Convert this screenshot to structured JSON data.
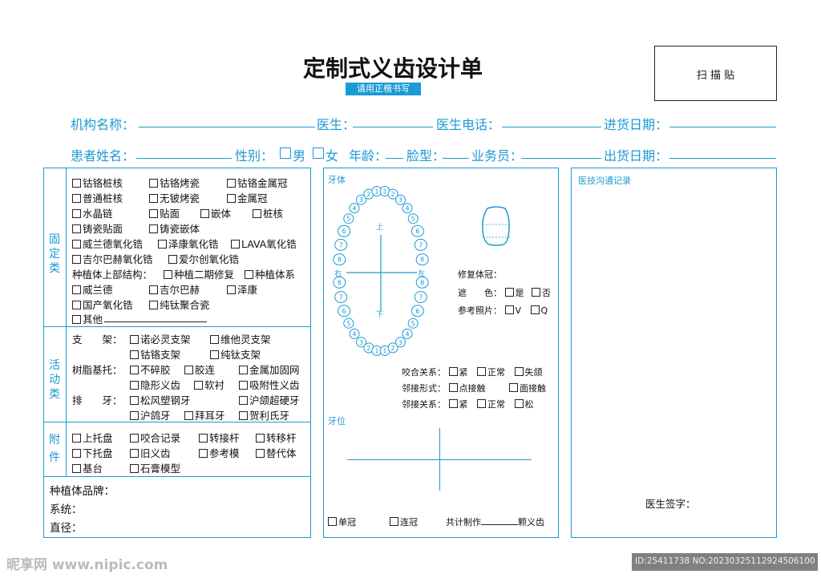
{
  "title": "定制式义齿设计单",
  "subtitle": "请用正楷书写",
  "scan_label": "扫 描 贴",
  "header": {
    "row1": [
      "机构名称：",
      "医生：",
      "医生电话：",
      "进货日期："
    ],
    "row2": {
      "patient": "患者姓名：",
      "gender": "性别：",
      "male": "男",
      "female": "女",
      "age": "年龄：",
      "face": "脸型：",
      "sales": "业务员：",
      "ship": "出货日期："
    }
  },
  "fixed": {
    "label": [
      "固",
      "定",
      "类"
    ],
    "rows": [
      [
        "钴铬桩核",
        "钴铬烤瓷",
        "钴铬金属冠"
      ],
      [
        "普通桩核",
        "无铍烤瓷",
        "金属冠"
      ],
      [
        "水晶链",
        "贴面",
        "嵌体",
        "桩核"
      ],
      [
        "铸瓷贴面",
        "铸瓷嵌体"
      ],
      [
        "威兰德氧化锆",
        "泽康氧化锆",
        "LAVA氧化锆"
      ],
      [
        "吉尔巴赫氧化锆",
        "爱尔创氧化锆"
      ]
    ],
    "implant_upper": "种植体上部结构：",
    "implant_opts": [
      "种植二期修复",
      "种植体系"
    ],
    "rows2": [
      [
        "威兰德",
        "吉尔巴赫",
        "泽康"
      ],
      [
        "国产氧化锆",
        "纯钛聚合瓷"
      ]
    ],
    "other": "其他"
  },
  "movable": {
    "label": [
      "活",
      "动",
      "类"
    ],
    "bracket_label": "支　　架：",
    "bracket_1": [
      "诺必灵支架",
      "维他灵支架"
    ],
    "bracket_2": [
      "钴铬支架",
      "纯钛支架"
    ],
    "resin_label": "树脂基托：",
    "resin_1": [
      "不碎胶",
      "胶连",
      "金属加固网"
    ],
    "resin_2": [
      "隐形义齿",
      "软衬",
      "吸附性义齿"
    ],
    "teeth_label": "排　　牙：",
    "teeth_1": [
      "松风塑钢牙",
      "沪颌超硬牙"
    ],
    "teeth_2": [
      "沪鸽牙",
      "拜耳牙",
      "贺利氏牙"
    ]
  },
  "attach": {
    "label": [
      "附",
      "件"
    ],
    "rows": [
      [
        "上托盘",
        "咬合记录",
        "转接杆",
        "转移杆"
      ],
      [
        "下托盘",
        "旧义齿",
        "参考模",
        "替代体"
      ],
      [
        "基台",
        "石膏模型"
      ]
    ]
  },
  "implant_info": [
    "种植体品牌：",
    "系统：",
    "直径："
  ],
  "tooth_panel": {
    "title": "牙体",
    "upper": "上",
    "lower": "下",
    "right": "右",
    "left": "左",
    "crown_label": "修复体冠：",
    "shade_label": "遮　　色：",
    "shade_yes": "是",
    "shade_no": "否",
    "photo_label": "参考照片：",
    "photo_v": "V",
    "photo_q": "Q",
    "occlusion_label": "咬合关系：",
    "occlusion": [
      "紧",
      "正常",
      "失颌"
    ],
    "contact_form_label": "邻接形式：",
    "contact_form": [
      "点接触",
      "面接触"
    ],
    "contact_rel_label": "邻接关系：",
    "contact_rel": [
      "紧",
      "正常",
      "松"
    ],
    "position_title": "牙位",
    "single": "单冠",
    "bridge": "连冠",
    "total_a": "共计制作",
    "total_b": "颗义齿",
    "upper_teeth": [
      "8",
      "7",
      "6",
      "5",
      "4",
      "3",
      "2",
      "1",
      "1",
      "2",
      "3",
      "4",
      "5",
      "6",
      "7",
      "8"
    ],
    "lower_teeth": [
      "8",
      "7",
      "6",
      "5",
      "4",
      "3",
      "2",
      "1",
      "1",
      "2",
      "3",
      "4",
      "5",
      "6",
      "7",
      "8"
    ]
  },
  "comm": {
    "title": "医技沟通记录",
    "sign": "医生签字："
  },
  "watermark_left": "昵享网 www.nipic.com",
  "watermark_right": "ID:25411738 NO:20230325112924506100",
  "colors": {
    "accent": "#1a9ad6",
    "subtitle_bg": "#1a9ad6"
  }
}
